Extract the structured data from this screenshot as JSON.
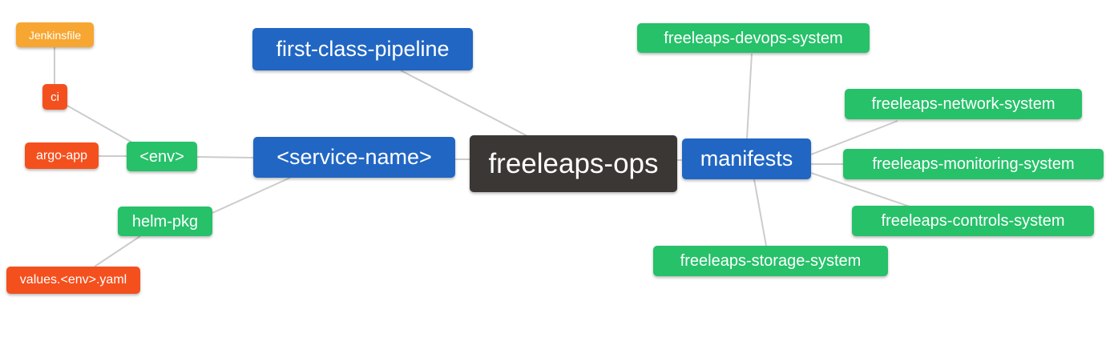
{
  "diagram": {
    "type": "mindmap",
    "root": "freeleaps-ops"
  },
  "palette": {
    "root_bg": "#3b3735",
    "branch_blue_bg": "#2166c3",
    "leaf_green_bg": "#26c169",
    "leaf_red_bg": "#f4501e",
    "leaf_orange_bg": "#f7a631",
    "edge_line": "#cccccc",
    "node_text": "#ffffff",
    "background": "#ffffff"
  },
  "nodes": {
    "root": {
      "label": "freeleaps-ops"
    },
    "first_class_pipeline": {
      "label": "first-class-pipeline"
    },
    "service_name": {
      "label": "<service-name>"
    },
    "env": {
      "label": "<env>"
    },
    "ci": {
      "label": "ci"
    },
    "jenkinsfile": {
      "label": "Jenkinsfile"
    },
    "argo_app": {
      "label": "argo-app"
    },
    "helm_pkg": {
      "label": "helm-pkg"
    },
    "values_env_yaml": {
      "label": "values.<env>.yaml"
    },
    "manifests": {
      "label": "manifests"
    },
    "devops_system": {
      "label": "freeleaps-devops-system"
    },
    "network_system": {
      "label": "freeleaps-network-system"
    },
    "monitoring_system": {
      "label": "freeleaps-monitoring-system"
    },
    "controls_system": {
      "label": "freeleaps-controls-system"
    },
    "storage_system": {
      "label": "freeleaps-storage-system"
    }
  },
  "edges": [
    {
      "from": "Jenkinsfile",
      "to": "ci"
    },
    {
      "from": "ci",
      "to": "<env>"
    },
    {
      "from": "argo-app",
      "to": "<env>"
    },
    {
      "from": "<env>",
      "to": "<service-name>"
    },
    {
      "from": "helm-pkg",
      "to": "<service-name>"
    },
    {
      "from": "values.<env>.yaml",
      "to": "helm-pkg"
    },
    {
      "from": "first-class-pipeline",
      "to": "freeleaps-ops"
    },
    {
      "from": "<service-name>",
      "to": "freeleaps-ops"
    },
    {
      "from": "freeleaps-ops",
      "to": "manifests"
    },
    {
      "from": "manifests",
      "to": "freeleaps-devops-system"
    },
    {
      "from": "manifests",
      "to": "freeleaps-network-system"
    },
    {
      "from": "manifests",
      "to": "freeleaps-monitoring-system"
    },
    {
      "from": "manifests",
      "to": "freeleaps-controls-system"
    },
    {
      "from": "manifests",
      "to": "freeleaps-storage-system"
    }
  ]
}
